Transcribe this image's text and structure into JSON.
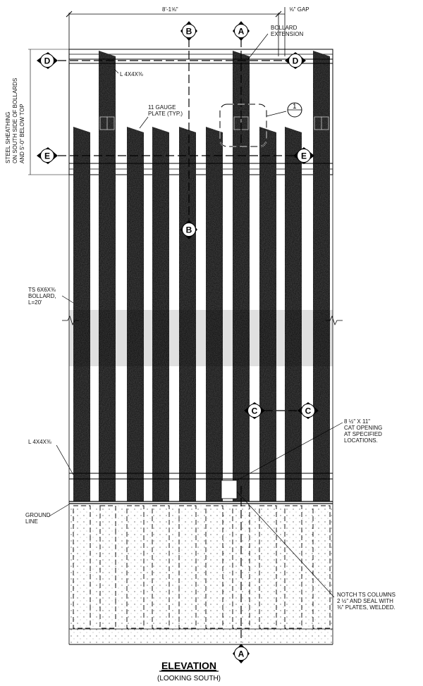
{
  "dimensions": {
    "top_width": "8'-1⅝\"",
    "gap": "⅝\" GAP"
  },
  "section_markers": {
    "a": "A",
    "b": "B",
    "c": "C",
    "d": "D",
    "e": "E",
    "detail": "1"
  },
  "labels": {
    "bollard_extension": [
      "BOLLARD",
      "EXTENSION"
    ],
    "angle_top": "L 4X4X⅜",
    "plate": [
      "11 GAUGE",
      "PLATE (TYP.)"
    ],
    "sheathing": [
      "STEEL SHEATHING",
      "ON SOUTH SIDE OF BOLLARDS",
      "AND 5'-0\" BELOW TOP"
    ],
    "ts_bollard": [
      "TS 6X6X⅜",
      "BOLLARD,",
      "L=20'"
    ],
    "angle_bottom": "L 4X4X⅜",
    "ground_line": [
      "GROUND",
      "LINE"
    ],
    "cat_opening": [
      "8 ½\" x 11\"",
      "CAT OPENING",
      "AT SPECIFIED",
      "LOCATIONS."
    ],
    "notch": [
      "NOTCH TS COLUMNS",
      "2 ½\" AND SEAL WITH",
      "⅜\" PLATES, WELDED."
    ]
  },
  "title": "ELEVATION",
  "subtitle": "(LOOKING SOUTH)",
  "colors": {
    "bollard": "#3a3a3a",
    "ink": "#000000"
  }
}
